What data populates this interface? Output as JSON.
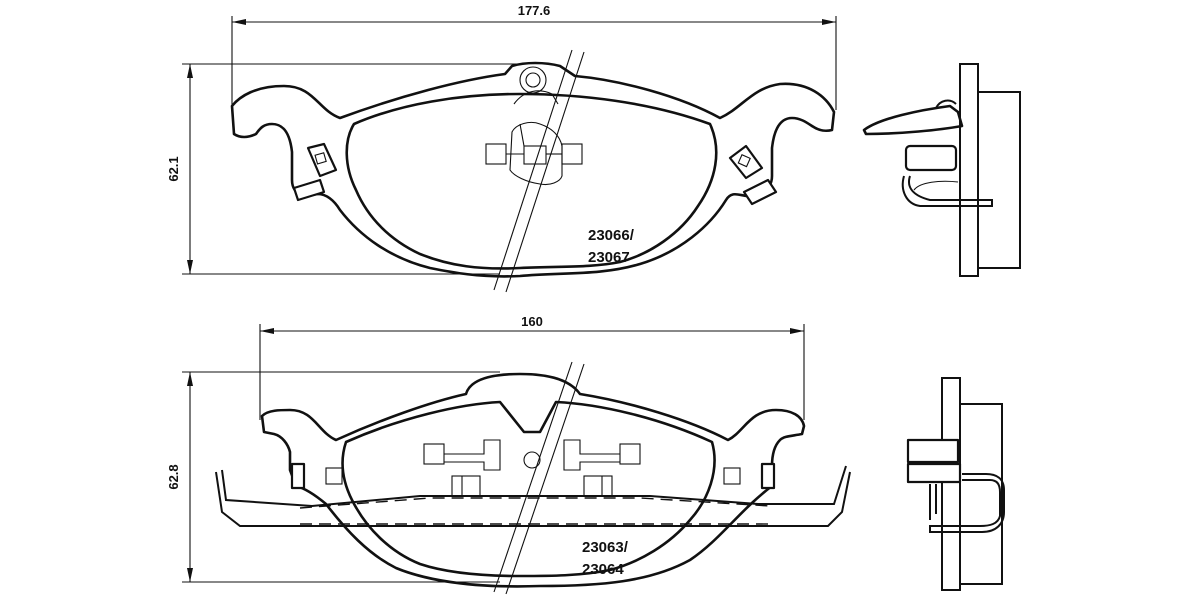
{
  "top_pad": {
    "width_dimension": "177.6",
    "height_dimension": "62.1",
    "codes": [
      "23066/",
      "23067"
    ]
  },
  "bottom_pad": {
    "width_dimension": "160",
    "height_dimension": "62.8",
    "codes": [
      "23063/",
      "23064"
    ]
  }
}
